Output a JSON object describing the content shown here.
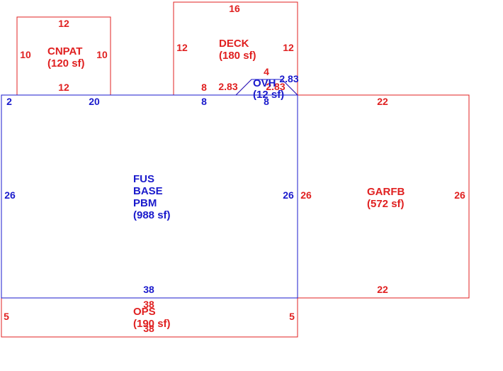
{
  "colors": {
    "red_line": "#e02020",
    "blue_line": "#1a1acc"
  },
  "areas": {
    "cnpat": {
      "name": "CNPAT",
      "area": "(120 sf)",
      "dims": {
        "top": "12",
        "left": "10",
        "right": "10",
        "bottom": "12"
      }
    },
    "deck": {
      "name": "DECK",
      "area": "(180 sf)",
      "dims": {
        "top": "16",
        "left": "12",
        "right": "12",
        "bottom_left": "8",
        "diag_left": "2.83",
        "notch_top": "4",
        "diag_right": "2.83"
      }
    },
    "ovh": {
      "name": "OVH",
      "area": "(12 sf)",
      "dims": {
        "diag_right": "2.83",
        "bottom": "8"
      }
    },
    "main": {
      "line1": "FUS",
      "line2": "BASE",
      "line3": "PBM",
      "area": "(988 sf)",
      "dims": {
        "top_left": "2",
        "top_mid": "20",
        "top_right": "8",
        "left": "26",
        "right": "26",
        "bottom": "38"
      }
    },
    "garfb": {
      "name": "GARFB",
      "area": "(572 sf)",
      "dims": {
        "top": "22",
        "left": "26",
        "right": "26",
        "bottom": "22"
      }
    },
    "ops": {
      "name": "OPS",
      "area": "(190 sf)",
      "dims": {
        "top": "38",
        "left": "5",
        "right": "5",
        "bottom": "38"
      }
    }
  }
}
